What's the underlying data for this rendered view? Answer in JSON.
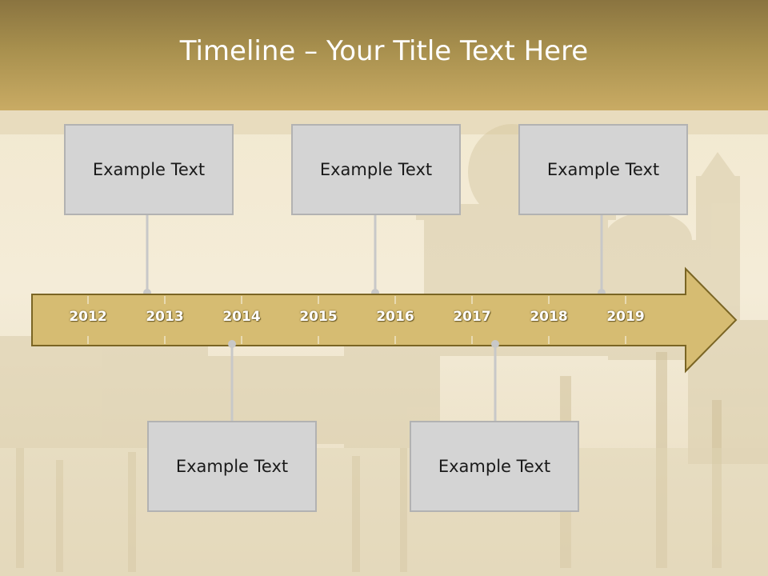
{
  "title": "Timeline – Your Title Text Here",
  "years": [
    "2012",
    "2013",
    "2014",
    "2015",
    "2016",
    "2017",
    "2018",
    "2019"
  ],
  "events": [
    {
      "label": "Example Text",
      "position": "above"
    },
    {
      "label": "Example Text",
      "position": "above"
    },
    {
      "label": "Example Text",
      "position": "above"
    },
    {
      "label": "Example Text",
      "position": "below"
    },
    {
      "label": "Example Text",
      "position": "below"
    }
  ],
  "colors": {
    "header": "#b59b56",
    "arrow_fill": "#d6bc72",
    "arrow_stroke": "#7a6524",
    "box_fill": "#d4d4d4",
    "connector": "#c8c8c8"
  }
}
